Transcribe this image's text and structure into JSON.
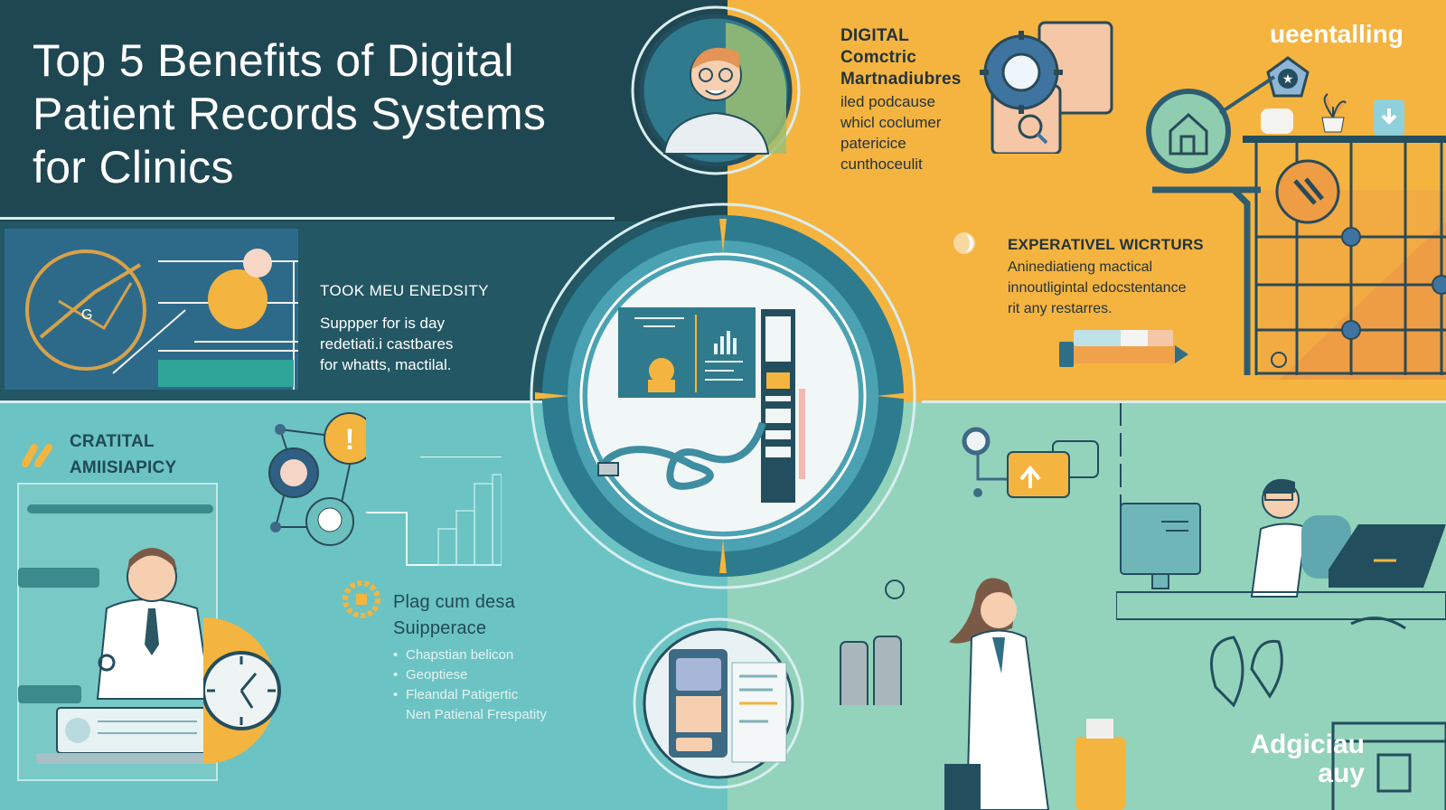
{
  "title": "Top 5 Benefits of Digital Patient Records Systems for Clinics",
  "title_lines": [
    "Top 5 Benefits of Digital",
    "Patient Records Systems",
    "for Clinics"
  ],
  "colors": {
    "navy_bg": "#1f4752",
    "teal_mid": "#225763",
    "amber": "#f5b440",
    "aqua": "#6cc3c3",
    "mint": "#93d3bb",
    "ink": "#23333a",
    "accent_blue": "#2f6f86"
  },
  "sections": {
    "digital": {
      "heading": [
        "DIGITAL",
        "Comctric",
        "Martnadiubres"
      ],
      "body": [
        "iled podcause",
        "whicl coclumer",
        "patericice",
        "cunthoceulit"
      ]
    },
    "brand_top_right": "ueentalling",
    "expert": {
      "heading": "EXPERATIVEL WICRTURS",
      "body": [
        "Aninediatieng mactical",
        "innoutligintal edocstentance",
        "rit any restarres."
      ]
    },
    "took": {
      "heading": "TOOK MEU ENEDSITY",
      "body": [
        "Suppper for is day",
        "redetiati.i castbares",
        "for whatts, mactilal."
      ]
    },
    "cratital": {
      "heading": [
        "CRATITAL",
        "AMIISIAPICY"
      ]
    },
    "plag": {
      "heading": [
        "Plag cum desa",
        "Suipperace"
      ],
      "bullets": [
        "Chapstian belicon",
        "Geoptiese",
        "Fleandal Patigertic"
      ],
      "trailing_line": "Nen Patienal Frespatity"
    },
    "brand_bottom_right": [
      "Adgiciau",
      "auy"
    ]
  },
  "icons": [
    "doctor-avatar-icon",
    "gear-icon",
    "document-icon",
    "magnifier-icon",
    "star-pentagon-icon",
    "plant-icon",
    "download-icon",
    "clinic-building-icon",
    "pencil-icon",
    "globe-analytics-icon",
    "alert-icon",
    "patient-avatar-icon",
    "clock-icon",
    "sun-badge-icon",
    "link-chain-icon",
    "stethoscope-icon",
    "cloud-sync-icon",
    "monitor-icon",
    "laptop-icon",
    "tablet-record-icon",
    "central-dashboard-dial-icon"
  ]
}
